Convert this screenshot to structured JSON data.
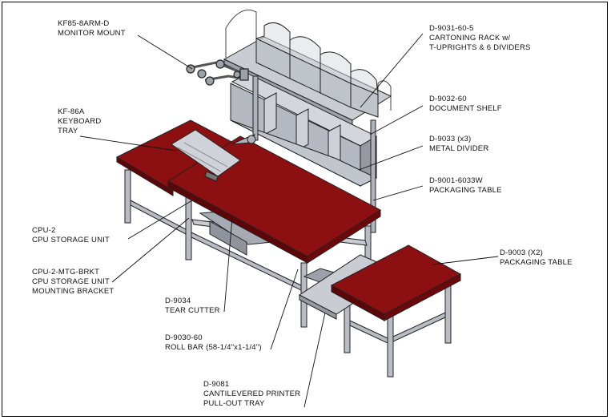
{
  "callouts": [
    {
      "id": "monitor-mount",
      "lines": [
        "KF85-8ARM-D",
        "MONITOR MOUNT"
      ]
    },
    {
      "id": "keyboard-tray",
      "lines": [
        "KF-86A",
        "KEYBOARD",
        "TRAY"
      ]
    },
    {
      "id": "cpu-storage",
      "lines": [
        "CPU-2",
        "CPU STORAGE UNIT"
      ]
    },
    {
      "id": "cpu-bracket",
      "lines": [
        "CPU-2-MTG-BRKT",
        "CPU STORAGE UNIT",
        "MOUNTING BRACKET"
      ]
    },
    {
      "id": "tear-cutter",
      "lines": [
        "D-9034",
        "TEAR CUTTER"
      ]
    },
    {
      "id": "roll-bar",
      "lines": [
        "D-9030-60",
        "ROLL BAR (58-1/4\"x1-1/4\")"
      ]
    },
    {
      "id": "printer-tray",
      "lines": [
        "D-9081",
        "CANTILEVERED PRINTER",
        "PULL-OUT TRAY"
      ]
    },
    {
      "id": "cartoning-rack",
      "lines": [
        "D-9031-60-5",
        "CARTONING RACK w/",
        "T-UPRIGHTS & 6 DIVIDERS"
      ]
    },
    {
      "id": "document-shelf",
      "lines": [
        "D-9032-60",
        "DOCUMENT SHELF"
      ]
    },
    {
      "id": "metal-divider",
      "lines": [
        "D-9033 (x3)",
        "METAL DIVIDER"
      ]
    },
    {
      "id": "packaging-table-main",
      "lines": [
        "D-9001-6033W",
        "PACKAGING TABLE"
      ]
    },
    {
      "id": "packaging-table-side",
      "lines": [
        "D-9003 (X2)",
        "PACKAGING TABLE"
      ]
    }
  ],
  "colors": {
    "table_top": "#8c0f12",
    "table_edge": "#5e0507",
    "metal": "#b8bcc4",
    "metal_dark": "#7d828c",
    "shelf": "#c9ccd3"
  }
}
